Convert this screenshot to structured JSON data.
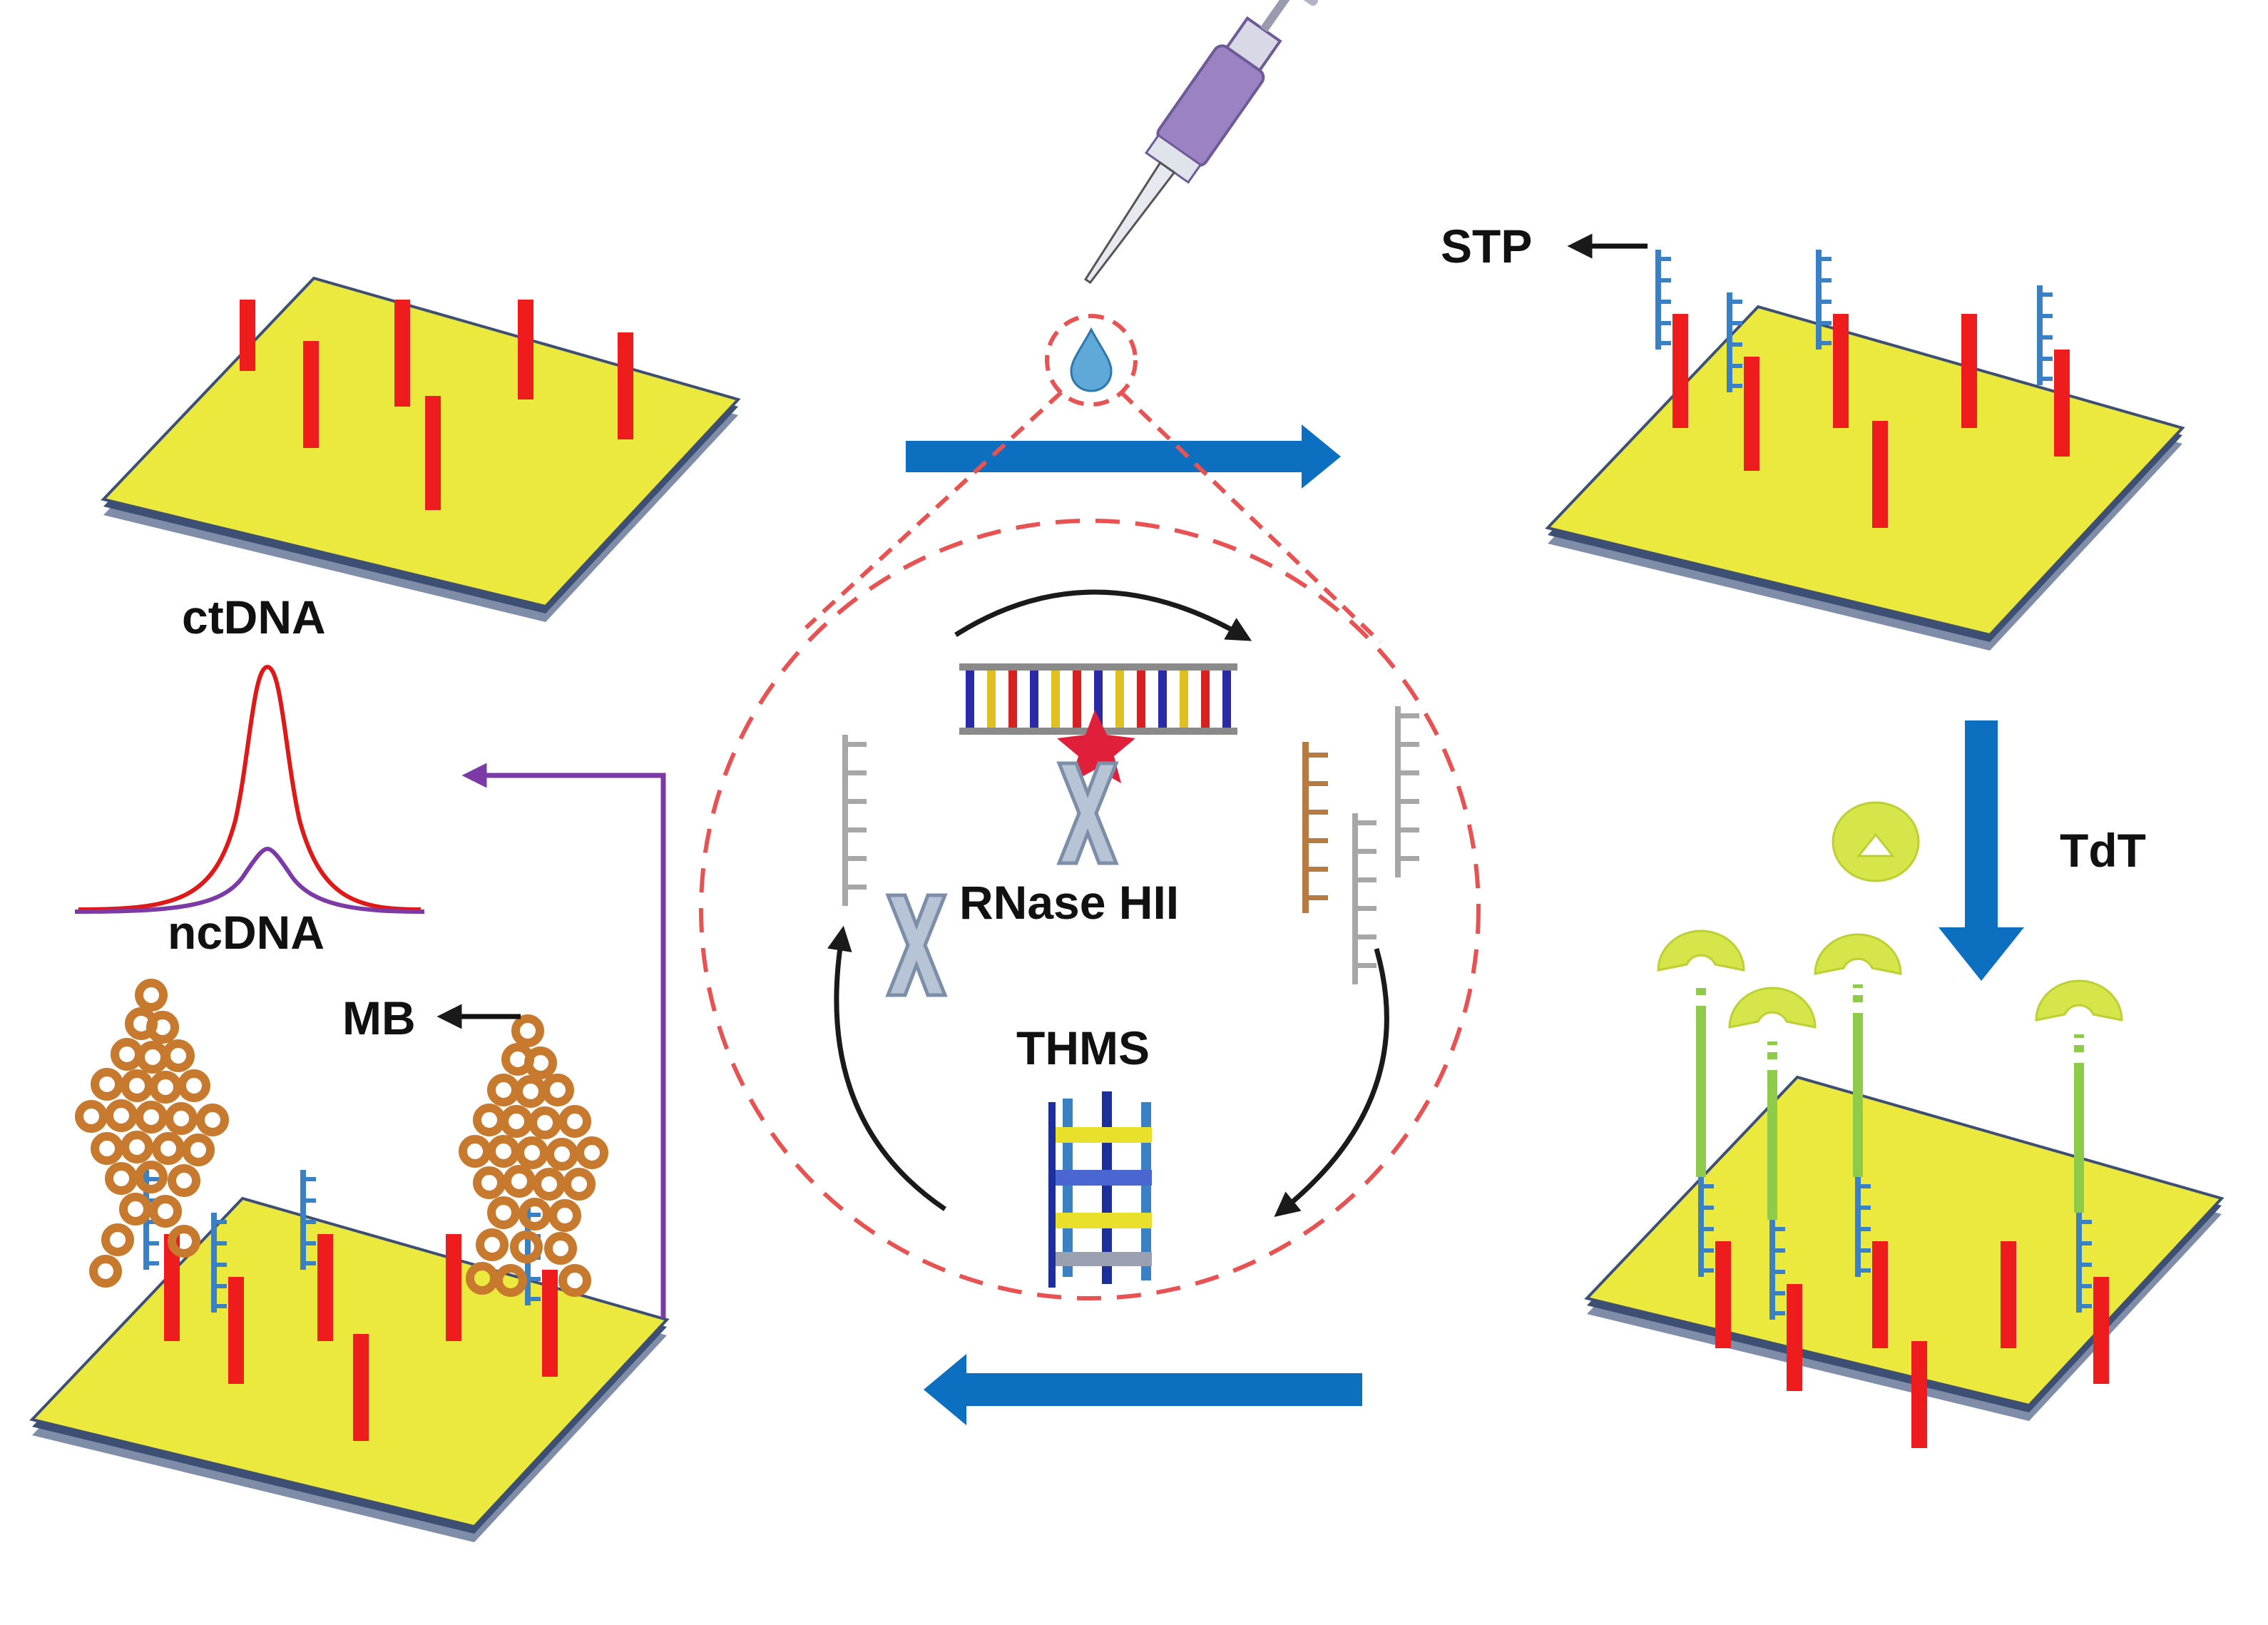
{
  "labels": {
    "stp": "STP",
    "tdt": "TdT",
    "rnase": "RNase HII",
    "thms": "THMS",
    "mb": "MB",
    "ctdna": "ctDNA",
    "ncdna": "ncDNA"
  },
  "colors": {
    "electrode_top": "#ece93e",
    "electrode_edge": "#3e4f74",
    "electrode_side": "#7f8da8",
    "capture_probe": "#ee1c1c",
    "stp_strand": "#3a80c4",
    "flow_arrow": "#0c6fc0",
    "cycle_arrow": "#1a1a1a",
    "purple_line": "#7b3aa6",
    "dashed_circle": "#e85252",
    "tdt_enzyme": "#d6e64a",
    "tdt_tail": "#8ecb4b",
    "mb_bead": "#c77a2e",
    "ctdna_curve": "#e01818",
    "ncdna_curve": "#7b3aa6",
    "pipette_body": "#9b82c2"
  },
  "icons": [
    "pipette-icon",
    "droplet-icon",
    "enzyme-rnase-hii-icon",
    "enzyme-tdt-icon",
    "mb-bead-icon"
  ]
}
